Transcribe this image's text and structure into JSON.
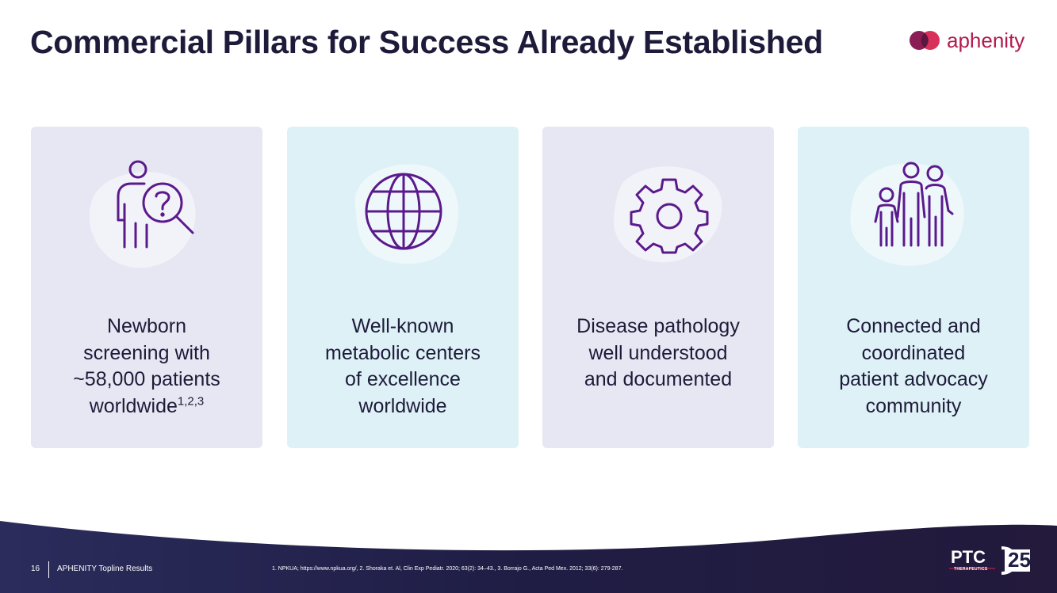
{
  "title": "Commercial Pillars for Success Already Established",
  "logo": {
    "text": "aphenity"
  },
  "cards": [
    {
      "icon": "person-search-icon",
      "lines": [
        "Newborn",
        "screening with",
        "~58,000 patients"
      ],
      "last_line": "worldwide",
      "superscript": "1,2,3"
    },
    {
      "icon": "globe-icon",
      "lines": [
        "Well-known",
        "metabolic centers",
        "of excellence",
        "worldwide"
      ]
    },
    {
      "icon": "gear-icon",
      "lines": [
        "Disease pathology",
        "well understood",
        "and documented"
      ]
    },
    {
      "icon": "family-icon",
      "lines": [
        "Connected and",
        "coordinated",
        "patient advocacy",
        "community"
      ]
    }
  ],
  "footer": {
    "page_number": "16",
    "deck_title": "APHENITY  Topline Results",
    "footnote": "1. NPKUA; https://www.npkua.org/, 2. Shoraka et. Al, Clin Exp Pediatr. 2020; 63(2): 34–43., 3. Borrajo G., Acta Ped Mex. 2012; 33(6): 279-287.",
    "company_logo": {
      "name": "PTC",
      "sub": "THERAPEUTICS",
      "anniversary": "25"
    }
  },
  "colors": {
    "title": "#1e1b3a",
    "icon_purple": "#5b1a8c",
    "card_gray": "#e6e7f2",
    "card_blue": "#def1f7",
    "footer_navy": "#1f1d44",
    "brand_magenta": "#b01a4e"
  }
}
